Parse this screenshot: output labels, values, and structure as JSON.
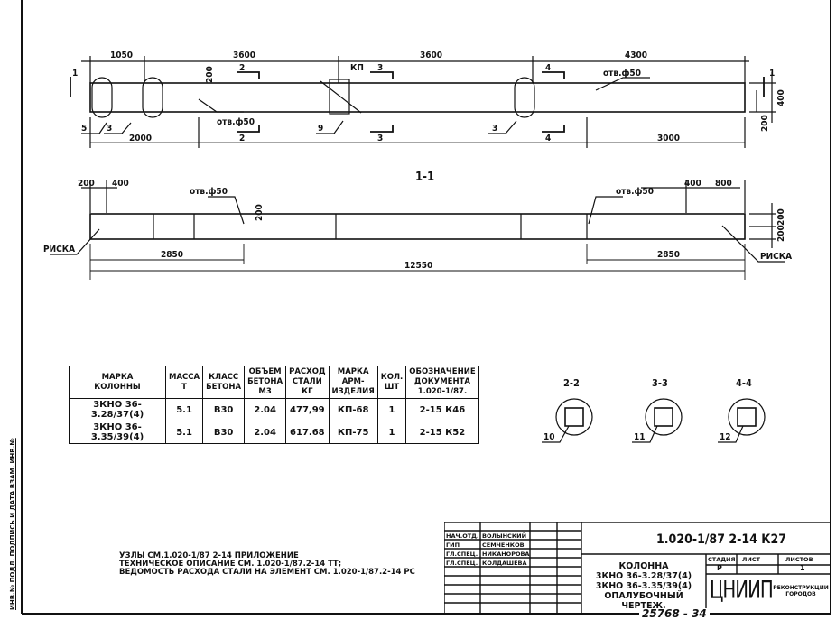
{
  "top_view": {
    "dims_top": [
      "1050",
      "3600",
      "3600",
      "4300"
    ],
    "dims_bottom": [
      "2000",
      "3000"
    ],
    "right_dims": [
      "400",
      "200"
    ],
    "hole_label_1": "отв.ф50",
    "hole_label_2": "отв.ф50",
    "dim_200": "200",
    "cut_labels": [
      "2",
      "2",
      "3",
      "3",
      "4",
      "4"
    ],
    "section_1": "1",
    "kp_label": "КП",
    "callouts": [
      "5",
      "3",
      "9",
      "3"
    ]
  },
  "section_view": {
    "title": "1-1",
    "dims_top_left": [
      "200",
      "400"
    ],
    "dims_top_right": [
      "400",
      "800"
    ],
    "hole_label_1": "отв.ф50",
    "hole_label_2": "отв.ф50",
    "dim_200": "200",
    "right_dims": [
      "200",
      "200"
    ],
    "risk_left": "РИСКА",
    "risk_right": "РИСКА",
    "dims_bottom": [
      "2850",
      "2850"
    ],
    "total_length": "12550"
  },
  "table": {
    "headers": [
      "МАРКА\nКОЛОННЫ",
      "МАССА\nТ",
      "КЛАСС\nБЕТОНА",
      "ОБЪЕМ\nБЕТОНА\nМ3",
      "РАСХОД\nСТАЛИ\nКГ",
      "МАРКА\nАРМ-\nИЗДЕЛИЯ",
      "КОЛ.\nШТ",
      "ОБОЗНАЧЕНИЕ\nДОКУМЕНТА\n1.020-1/87."
    ],
    "rows": [
      [
        "3КНО 36-3.28/37(4)",
        "5.1",
        "В30",
        "2.04",
        "477,99",
        "КП-68",
        "1",
        "2-15 К46"
      ],
      [
        "3КНО 36-3.35/39(4)",
        "5.1",
        "В30",
        "2.04",
        "617.68",
        "КП-75",
        "1",
        "2-15 К52"
      ]
    ]
  },
  "sections": [
    {
      "title": "2-2",
      "callout": "10"
    },
    {
      "title": "3-3",
      "callout": "11"
    },
    {
      "title": "4-4",
      "callout": "12"
    }
  ],
  "notes": [
    "УЗЛЫ СМ.1.020-1/87 2-14 ПРИЛОЖЕНИЕ",
    "ТЕХНИЧЕСКОЕ ОПИСАНИЕ СМ. 1.020-1/87.2-14 ТТ;",
    "ВЕДОМОСТЬ РАСХОДА СТАЛИ НА ЭЛЕМЕНТ СМ. 1.020-1/87.2-14 РС"
  ],
  "stamp": {
    "staff": [
      {
        "role": "НАЧ.ОТД.",
        "name": "ВОЛЫНСКИЙ"
      },
      {
        "role": "ГИП",
        "name": "СЕМЧЕНКОВ"
      },
      {
        "role": "ГЛ.СПЕЦ.",
        "name": "НИКАНОРОВА"
      },
      {
        "role": "ГЛ.СПЕЦ.",
        "name": "КОЛДАШЕВА"
      }
    ],
    "doc_code": "1.020-1/87 2-14 К27",
    "title_lines": [
      "КОЛОННА",
      "3КНО 36-3.28/37(4)",
      "3КНО 36-3.35/39(4)",
      "ОПАЛУБОЧНЫЙ ЧЕРТЕЖ."
    ],
    "stage_label": "СТАДИЯ",
    "sheet_label": "ЛИСТ",
    "sheets_label": "ЛИСТОВ",
    "stage": "Р",
    "sheets": "1",
    "org_logo": "ЦНИИП",
    "org_name": "РЕКОНСТРУКЦИИ ГОРОДОВ"
  },
  "footer_number": "25768 - 34",
  "side_strip": "ИНВ.№ ПОДЛ.  ПОДПИСЬ И ДАТА  ВЗАМ. ИНВ.№"
}
